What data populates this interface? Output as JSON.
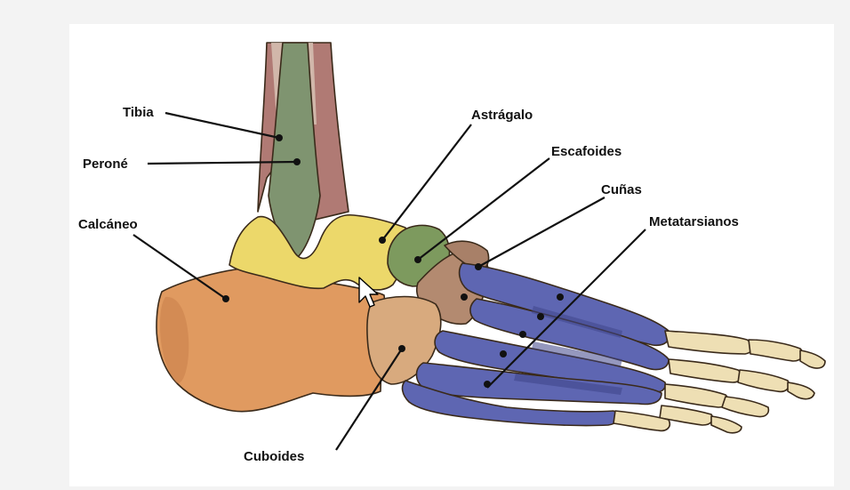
{
  "diagram": {
    "labels": {
      "tibia": "Tibia",
      "perone": "Peroné",
      "calcaneo": "Calcáneo",
      "astragalo": "Astrágalo",
      "escafoides": "Escafoides",
      "cunas": "Cuñas",
      "metatarsianos": "Metatarsianos",
      "cuboides": "Cuboides"
    },
    "colors": {
      "tibia": "#b07a74",
      "perone": "#7f9470",
      "calcaneo": "#e09a60",
      "astragalo": "#ecd86a",
      "escafoides": "#7d9a5e",
      "cunas": "#b38a70",
      "metatarsianos": "#5e66b2",
      "cuboides": "#d8aa7e",
      "phalanges": "#eedfb4"
    }
  }
}
